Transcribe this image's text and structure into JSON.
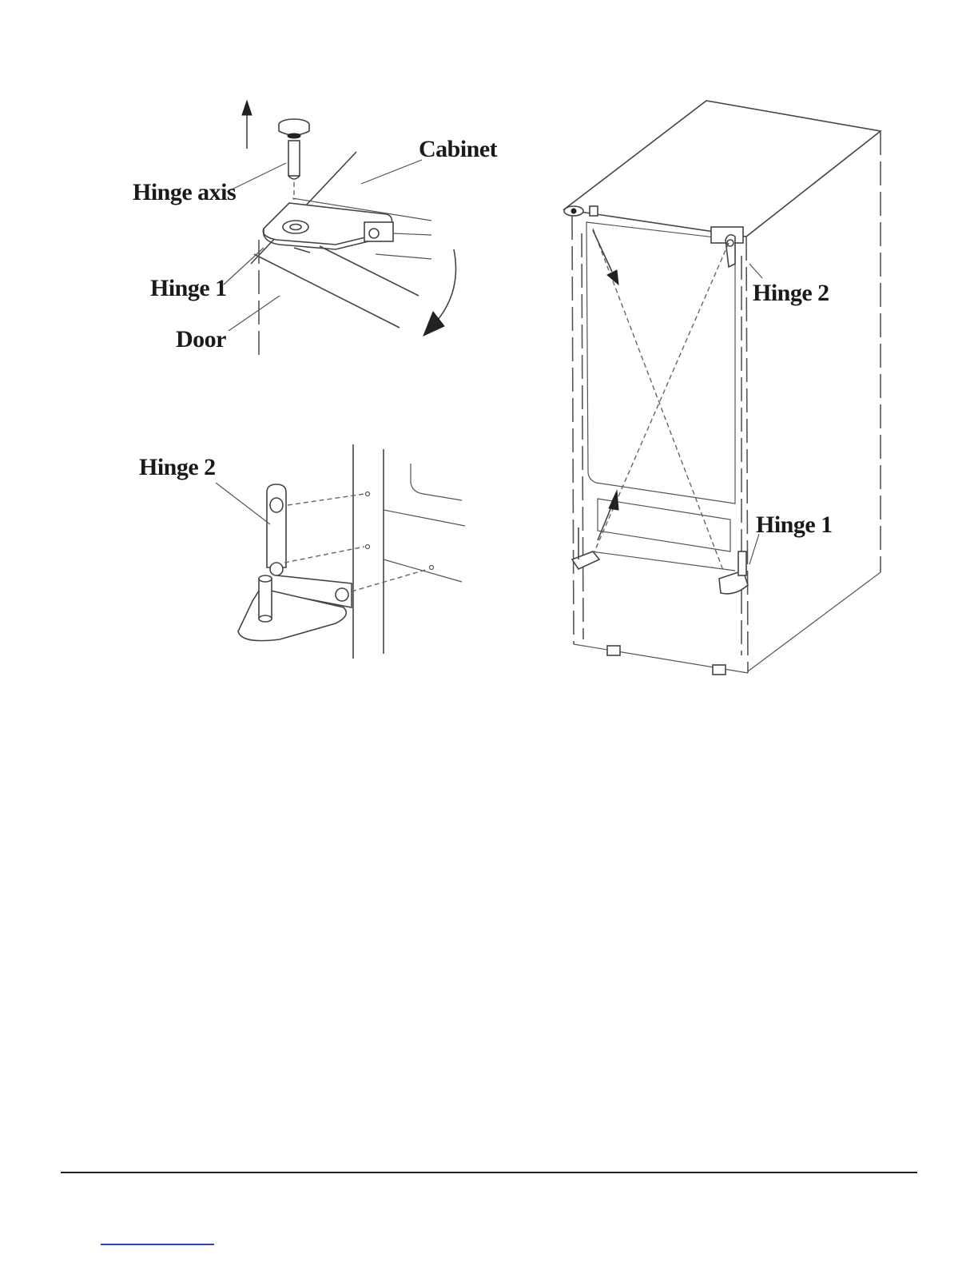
{
  "figure": {
    "labels": {
      "hinge_axis": "Hinge axis",
      "cabinet": "Cabinet",
      "hinge1_top": "Hinge 1",
      "door": "Door",
      "hinge2_bottom": "Hinge 2",
      "hinge2_right": "Hinge 2",
      "hinge1_right": "Hinge 1"
    }
  },
  "colors": {
    "line": "#444444",
    "text": "#1a1a1a",
    "footer_rule": "#222222",
    "footer_link": "#2b45c9"
  }
}
